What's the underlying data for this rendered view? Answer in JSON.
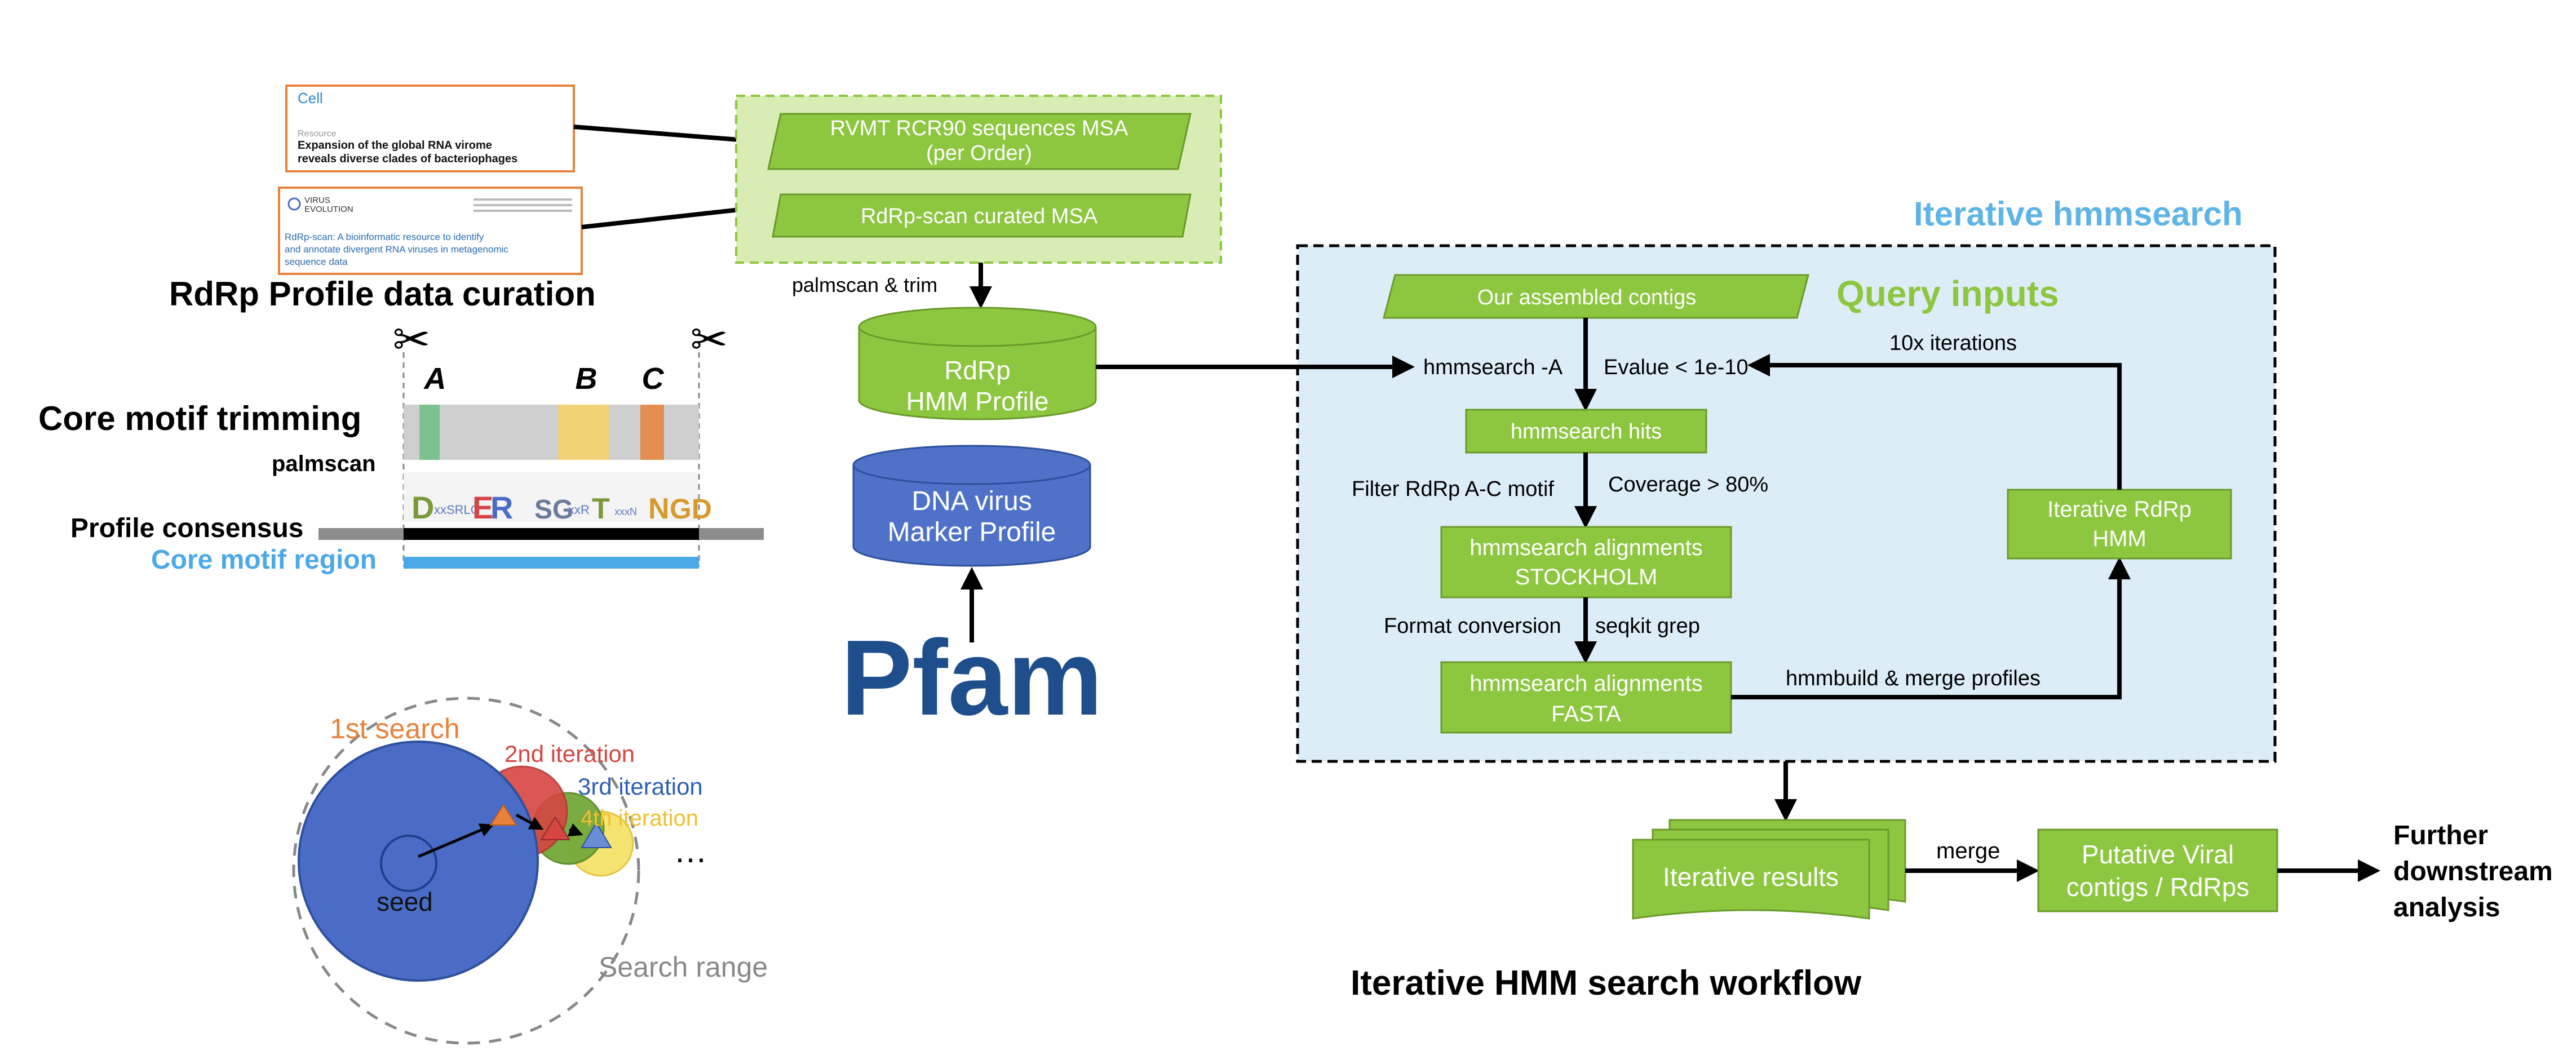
{
  "curation": {
    "paper1": {
      "journal": "Cell",
      "kind": "Resource",
      "title_line1": "Expansion of the global RNA virome",
      "title_line2": "reveals diverse clades of bacteriophages"
    },
    "paper2": {
      "journal_line1": "VIRUS",
      "journal_line2": "EVOLUTION",
      "title_line1": "RdRp-scan: A bioinformatic resource to identify",
      "title_line2": "and annotate divergent RNA viruses in metagenomic",
      "title_line3": "sequence data"
    },
    "heading": "RdRp Profile data curation",
    "msa1_line1": "RVMT RCR90 sequences MSA",
    "msa1_line2": "(per Order)",
    "msa2": "RdRp-scan curated MSA",
    "palmscan_trim": "palmscan & trim"
  },
  "motif": {
    "heading": "Core motif trimming",
    "palmscan": "palmscan",
    "label_a": "A",
    "label_b": "B",
    "label_c": "C",
    "profile_consensus": "Profile consensus",
    "core_motif_region": "Core motif region"
  },
  "profiles": {
    "rdrp_line1": "RdRp",
    "rdrp_line2": "HMM Profile",
    "dna_line1": "DNA virus",
    "dna_line2": "Marker Profile",
    "pfam": "Pfam"
  },
  "search_range": {
    "first": "1st search",
    "second": "2nd iteration",
    "third": "3rd iteration",
    "fourth": "4th iteration",
    "ellipsis": "…",
    "seed": "seed",
    "range": "Search range"
  },
  "workflow": {
    "title": "Iterative hmmsearch",
    "query_inputs": "Query inputs",
    "contigs": "Our assembled contigs",
    "hmmsearch_a": "hmmsearch -A",
    "evalue": "Evalue < 1e-10",
    "iterations": "10x iterations",
    "hits": "hmmsearch hits",
    "filter": "Filter RdRp A-C motif",
    "coverage": "Coverage > 80%",
    "align_sto_line1": "hmmsearch alignments",
    "align_sto_line2": "STOCKHOLM",
    "format_conv": "Format conversion",
    "seqkit": "seqkit grep",
    "align_fa_line1": "hmmsearch alignments",
    "align_fa_line2": "FASTA",
    "hmmbuild": "hmmbuild & merge profiles",
    "iter_hmm_line1": "Iterative RdRp",
    "iter_hmm_line2": "HMM"
  },
  "outputs": {
    "iterative_results": "Iterative results",
    "merge": "merge",
    "putative_line1": "Putative Viral",
    "putative_line2": "contigs / RdRps",
    "further_line1": "Further",
    "further_line2": "downstream",
    "further_line3": "analysis",
    "caption": "Iterative HMM search workflow"
  },
  "colors": {
    "green_fill": "#8dc63f",
    "green_stroke": "#6a9a2a",
    "light_green_bg": "#d9ecb4",
    "light_blue_bg": "#dcedf8",
    "blue_title": "#5fb4e6",
    "query_green": "#8dc63f",
    "dna_blue": "#4f72c8",
    "pfam_blue": "#1f4e8c",
    "orange": "#e8823c",
    "red": "#d64541",
    "circle_blue": "#4a6cc7",
    "yellow": "#f5e36a",
    "core_blue": "#4ba9e8"
  }
}
